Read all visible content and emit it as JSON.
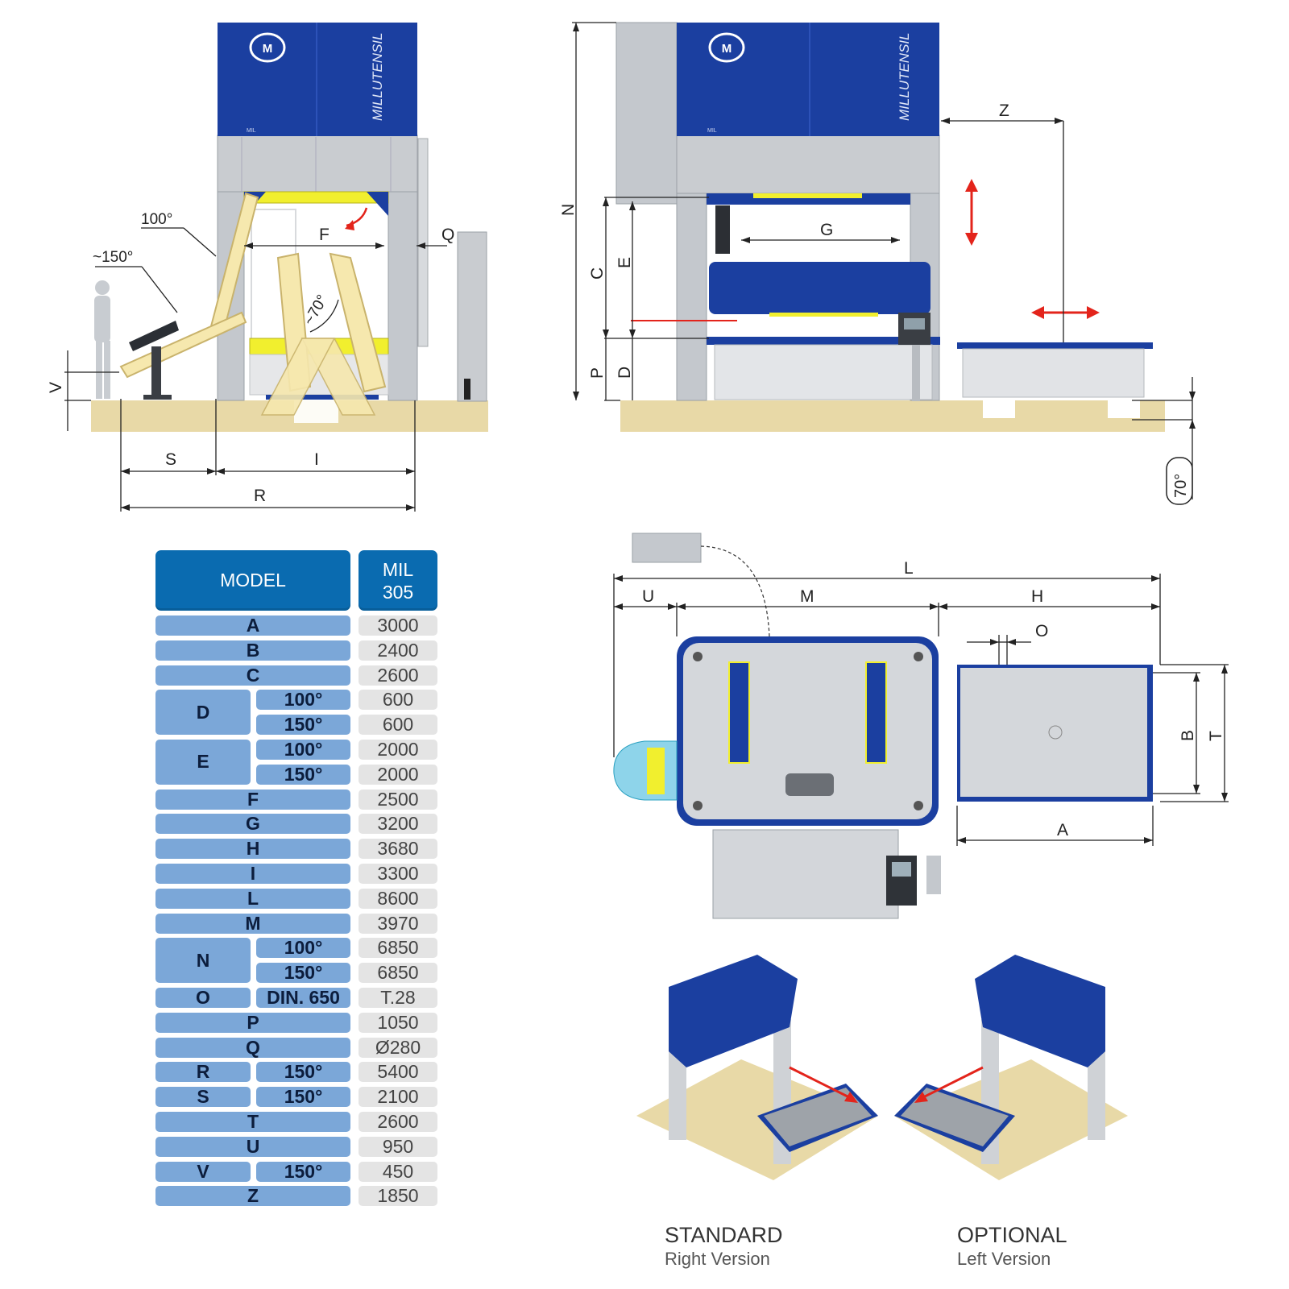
{
  "brand": {
    "name": "MILLUTENSIL",
    "small_mark": "MIL",
    "colors": {
      "blue": "#1b3fa0",
      "table_header": "#0a6bb0",
      "table_row": "#7ba7d8",
      "table_value": "#e4e4e4",
      "floor": "#e8d9a7",
      "machine_grey": "#c4c8cd",
      "accent_yellow": "#f1ef2e",
      "arrow_red": "#e3241b"
    }
  },
  "front_view": {
    "dimension_labels": {
      "angle_100": "100°",
      "angle_150": "~150°",
      "angle_70": "~70°",
      "F": "F",
      "Q": "Q",
      "V": "V",
      "S": "S",
      "I": "I",
      "R": "R"
    }
  },
  "side_view": {
    "dimension_labels": {
      "N": "N",
      "Z": "Z",
      "G": "G",
      "C": "C",
      "E": "E",
      "P": "P",
      "D": "D",
      "angle_badge": "70°"
    }
  },
  "top_view": {
    "dimension_labels": {
      "L": "L",
      "U": "U",
      "M": "M",
      "H": "H",
      "O": "O",
      "B": "B",
      "T": "T",
      "A": "A"
    }
  },
  "spec_table": {
    "header": {
      "model": "MODEL",
      "value_line1": "MIL",
      "value_line2": "305"
    },
    "rows": [
      {
        "label": "A",
        "sub": "",
        "value": "3000"
      },
      {
        "label": "B",
        "sub": "",
        "value": "2400"
      },
      {
        "label": "C",
        "sub": "",
        "value": "2600"
      },
      {
        "label": "D",
        "sub": "100°",
        "value": "600"
      },
      {
        "label": "",
        "sub": "150°",
        "value": "600"
      },
      {
        "label": "E",
        "sub": "100°",
        "value": "2000"
      },
      {
        "label": "",
        "sub": "150°",
        "value": "2000"
      },
      {
        "label": "F",
        "sub": "",
        "value": "2500"
      },
      {
        "label": "G",
        "sub": "",
        "value": "3200"
      },
      {
        "label": "H",
        "sub": "",
        "value": "3680"
      },
      {
        "label": "I",
        "sub": "",
        "value": "3300"
      },
      {
        "label": "L",
        "sub": "",
        "value": "8600"
      },
      {
        "label": "M",
        "sub": "",
        "value": "3970"
      },
      {
        "label": "N",
        "sub": "100°",
        "value": "6850"
      },
      {
        "label": "",
        "sub": "150°",
        "value": "6850"
      },
      {
        "label": "O",
        "sub": "DIN. 650",
        "value": "T.28"
      },
      {
        "label": "P",
        "sub": "",
        "value": "1050"
      },
      {
        "label": "Q",
        "sub": "",
        "value": "Ø280"
      },
      {
        "label": "R",
        "sub": "150°",
        "value": "5400"
      },
      {
        "label": "S",
        "sub": "150°",
        "value": "2100"
      },
      {
        "label": "T",
        "sub": "",
        "value": "2600"
      },
      {
        "label": "U",
        "sub": "",
        "value": "950"
      },
      {
        "label": "V",
        "sub": "150°",
        "value": "450"
      },
      {
        "label": "Z",
        "sub": "",
        "value": "1850"
      }
    ],
    "merged_labels": {
      "D": "D",
      "E": "E",
      "N": "N"
    }
  },
  "versions": {
    "standard": {
      "title": "STANDARD",
      "subtitle": "Right Version"
    },
    "optional": {
      "title": "OPTIONAL",
      "subtitle": "Left Version"
    }
  }
}
